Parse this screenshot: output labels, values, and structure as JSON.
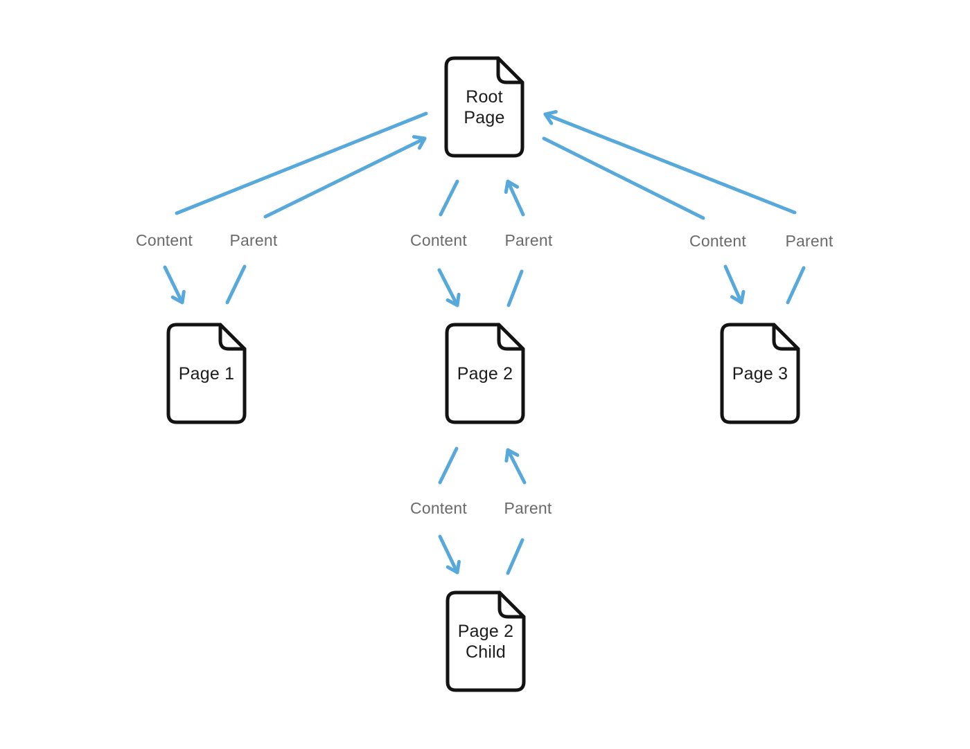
{
  "diagram": {
    "nodes": [
      {
        "id": "root-page",
        "label": "Root Page"
      },
      {
        "id": "page-1",
        "label": "Page 1"
      },
      {
        "id": "page-2",
        "label": "Page 2"
      },
      {
        "id": "page-3",
        "label": "Page 3"
      },
      {
        "id": "page-2-child",
        "label": "Page 2 Child"
      }
    ],
    "edge_labels": [
      {
        "id": "root-page1-content",
        "label": "Content"
      },
      {
        "id": "root-page1-parent",
        "label": "Parent"
      },
      {
        "id": "root-page2-content",
        "label": "Content"
      },
      {
        "id": "root-page2-parent",
        "label": "Parent"
      },
      {
        "id": "root-page3-content",
        "label": "Content"
      },
      {
        "id": "root-page3-parent",
        "label": "Parent"
      },
      {
        "id": "page2-child-content",
        "label": "Content"
      },
      {
        "id": "page2-child-parent",
        "label": "Parent"
      }
    ]
  },
  "colors": {
    "arrow": "#57A8DB",
    "edge_label": "#6a6a6a",
    "node_stroke": "#131313",
    "node_fill": "#ffffff",
    "background": "#ffffff"
  }
}
